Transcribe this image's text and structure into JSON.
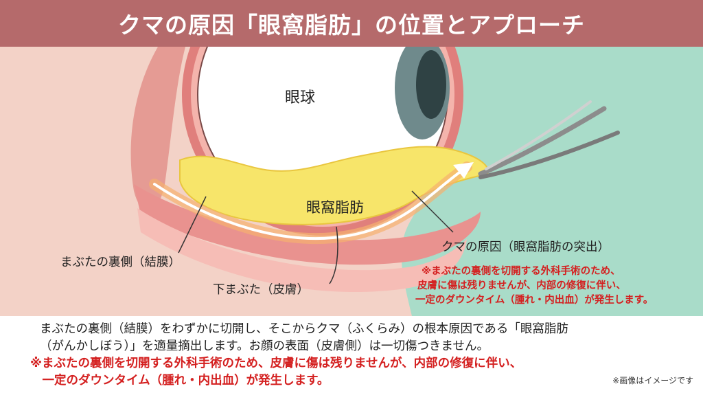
{
  "header": {
    "title": "クマの原因「眼窩脂肪」の位置とアプローチ"
  },
  "diagram": {
    "labels": {
      "eyeball": "眼球",
      "orbital_fat": "眼窩脂肪",
      "conjunctiva": "まぶたの裏側（結膜）",
      "lower_lid_skin": "下まぶた（皮膚）",
      "cause": "クマの原因（眼窩脂肪の突出）"
    },
    "warning": [
      "※まぶたの裏側を切開する外科手術のため、",
      "皮膚に傷は残りませんが、内部の修復に伴い、",
      "一定のダウンタイム（腫れ・内出血）が発生します。"
    ]
  },
  "footer": {
    "description": [
      "まぶたの裏側（結膜）をわずかに切開し、そこからクマ（ふくらみ）の根本原因である「眼窩脂肪",
      "（がんかしぼう）」を適量摘出します。お顔の表面（皮膚側）は一切傷つきません。"
    ],
    "warning": [
      "※まぶたの裏側を切開する外科手術のため、皮膚に傷は残りませんが、内部の修復に伴い、",
      "　一定のダウンタイム（腫れ・内出血）が発生します。"
    ],
    "note": "※画像はイメージです"
  },
  "colors": {
    "header_bg": "#b56a6b",
    "skin": "#f2cfc4",
    "mint": "#a9dcc9",
    "fat": "#f7e56a",
    "warning": "#d42020"
  }
}
